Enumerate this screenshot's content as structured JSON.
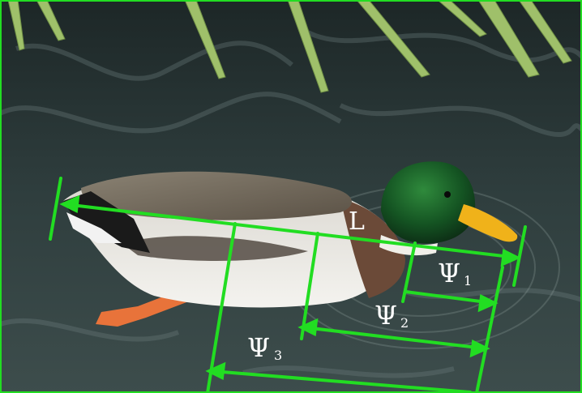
{
  "annotations": {
    "length_label": "L",
    "psi_symbol": "Ψ",
    "psi_1_sub": "1",
    "psi_2_sub": "2",
    "psi_3_sub": "3"
  },
  "colors": {
    "measure_line": "#22dd22",
    "label_text": "#ffffff",
    "water_dark": "#1e2b2b",
    "water_light": "#5a6b6a",
    "duck_head": "#1f6b2c",
    "duck_bill": "#f0b21a",
    "duck_body": "#e8e6e0",
    "duck_breast": "#6b4a38",
    "duck_feet": "#e8733a",
    "reed": "#9fc06a"
  }
}
